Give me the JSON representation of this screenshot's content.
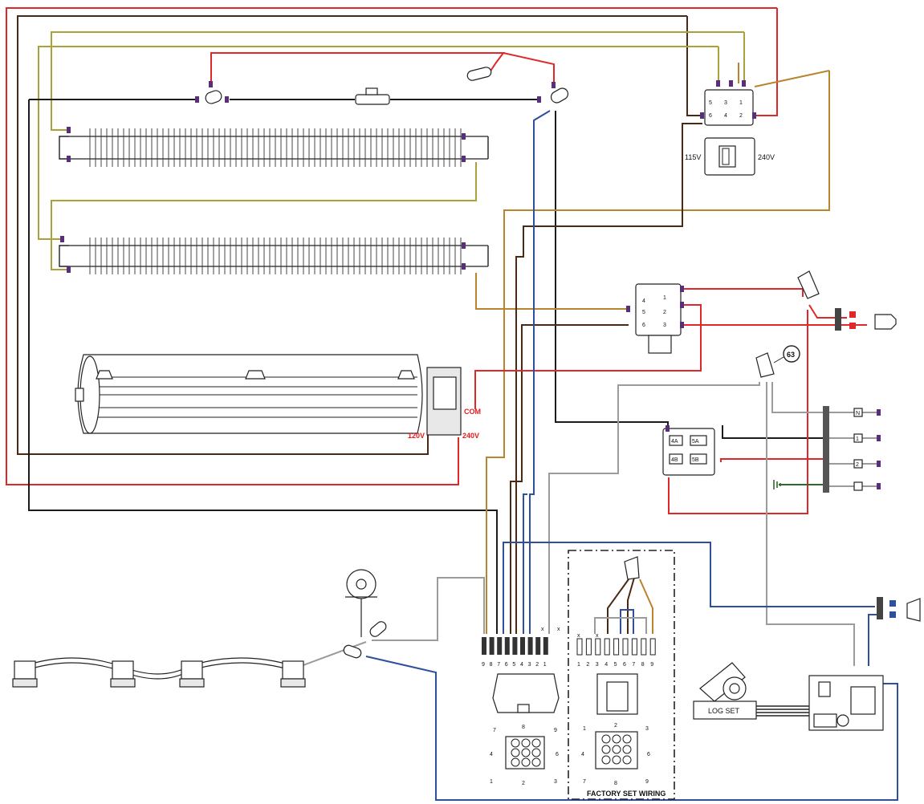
{
  "labels": {
    "v115": "115V",
    "v240": "240V",
    "com": "COM",
    "v120": "120V",
    "v240b": "240V",
    "ref63": "63",
    "log_set": "LOG SET",
    "factory": "FACTORY SET WIRING",
    "pin_x": "x"
  },
  "selector_pins": [
    "5",
    "3",
    "1",
    "6",
    "4",
    "2"
  ],
  "switch_a_pins": [
    "4",
    "1",
    "5",
    "2",
    "6",
    "3"
  ],
  "switch_b_pins": [
    "4A",
    "5A",
    "4B",
    "5B"
  ],
  "terminal_block": [
    "N",
    "1",
    "2",
    ""
  ],
  "connector_left_pins": [
    "9",
    "8",
    "7",
    "6",
    "5",
    "4",
    "3",
    "2",
    "1"
  ],
  "connector_right_pins": [
    "1",
    "2",
    "3",
    "4",
    "5",
    "6",
    "7",
    "8",
    "9"
  ],
  "plug_left_numbers": [
    "7",
    "8",
    "9",
    "4",
    "6",
    "1",
    "2",
    "3"
  ],
  "plug_right_numbers": [
    "1",
    "2",
    "3",
    "4",
    "6",
    "7",
    "8",
    "9"
  ],
  "colors": {
    "red": "#e0282a",
    "brown": "#4a2a14",
    "olive": "#a9a13a",
    "gold": "#b9842e",
    "black": "#1c1c1c",
    "blue": "#2e4f9c",
    "gray": "#9b9b9b",
    "green": "#2d6b2d"
  }
}
